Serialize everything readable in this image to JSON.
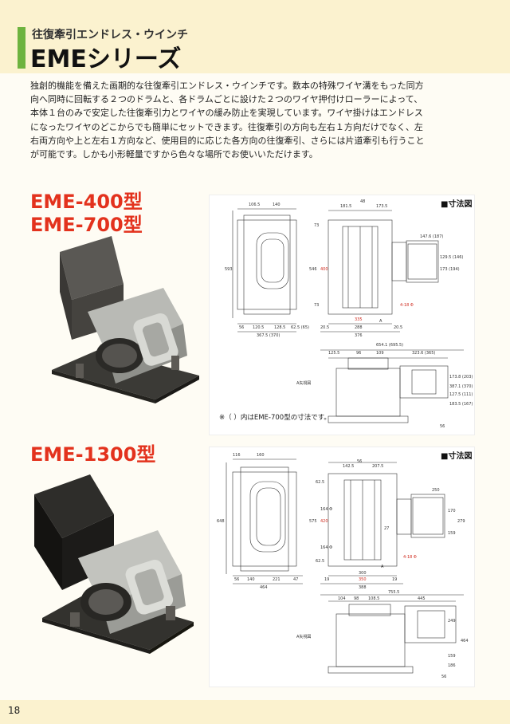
{
  "header": {
    "subtitle": "往復牽引エンドレス・ウインチ",
    "title": "EMEシリーズ"
  },
  "intro_lines": [
    "独創的機能を備えた画期的な往復牽引エンドレス・ウインチです。数本の特殊ワイヤ溝をもった同方",
    "向へ同時に回転する２つのドラムと、各ドラムごとに設けた２つのワイヤ押付けローラーによって、",
    "本体１台のみで安定した往復牽引力とワイヤの緩み防止を実現しています。ワイヤ掛けはエンドレス",
    "になったワイヤのどこからでも簡単にセットできます。往復牽引の方向も左右１方向だけでなく、左",
    "右両方向や上と左右１方向など、使用目的に応じた各方向の往復牽引、さらには片道牽引も行うこと",
    "が可能です。しかも小形軽量ですから色々な場所でお使いいただけます。"
  ],
  "section1": {
    "model_line1": "EME-400型",
    "model_line2": "EME-700型",
    "drawing_label": "■寸法図",
    "note": "※（ ）内はEME-700型の寸法です。",
    "view_label": "A矢視図",
    "arrow_label": "A",
    "dims_black": [
      "106.5",
      "140",
      "181.5",
      "48",
      "173.5",
      "147.6 (187)",
      "593",
      "546",
      "73",
      "73",
      "56",
      "120.5",
      "128.5",
      "62.5 (65)",
      "367.5 (370)",
      "20.5",
      "288",
      "376",
      "20.5",
      "129.5 (146)",
      "173 (194)",
      "654.1 (695.5)",
      "125.5",
      "96",
      "109",
      "323.6 (365)",
      "56",
      "127.5 (111)",
      "183.5 (167)",
      "173.8 (203)",
      "387.1 (370)"
    ],
    "dims_red": [
      "400",
      "335",
      "4-18 Φ"
    ]
  },
  "section2": {
    "model": "EME-1300型",
    "drawing_label": "■寸法図",
    "view_label": "A矢視図",
    "arrow_label": "A",
    "dims_black": [
      "116",
      "160",
      "142.5",
      "56",
      "207.5",
      "250",
      "648",
      "575",
      "62.5",
      "164 Φ",
      "164 Φ",
      "62.5",
      "170",
      "279",
      "159",
      "27",
      "56",
      "140",
      "221",
      "47",
      "464",
      "19",
      "300",
      "19",
      "388",
      "755.5",
      "104",
      "98",
      "108.5",
      "445",
      "249",
      "464",
      "56",
      "159",
      "186"
    ],
    "dims_red": [
      "420",
      "350",
      "4-18 Φ"
    ]
  },
  "footer": {
    "page_number": "18"
  }
}
